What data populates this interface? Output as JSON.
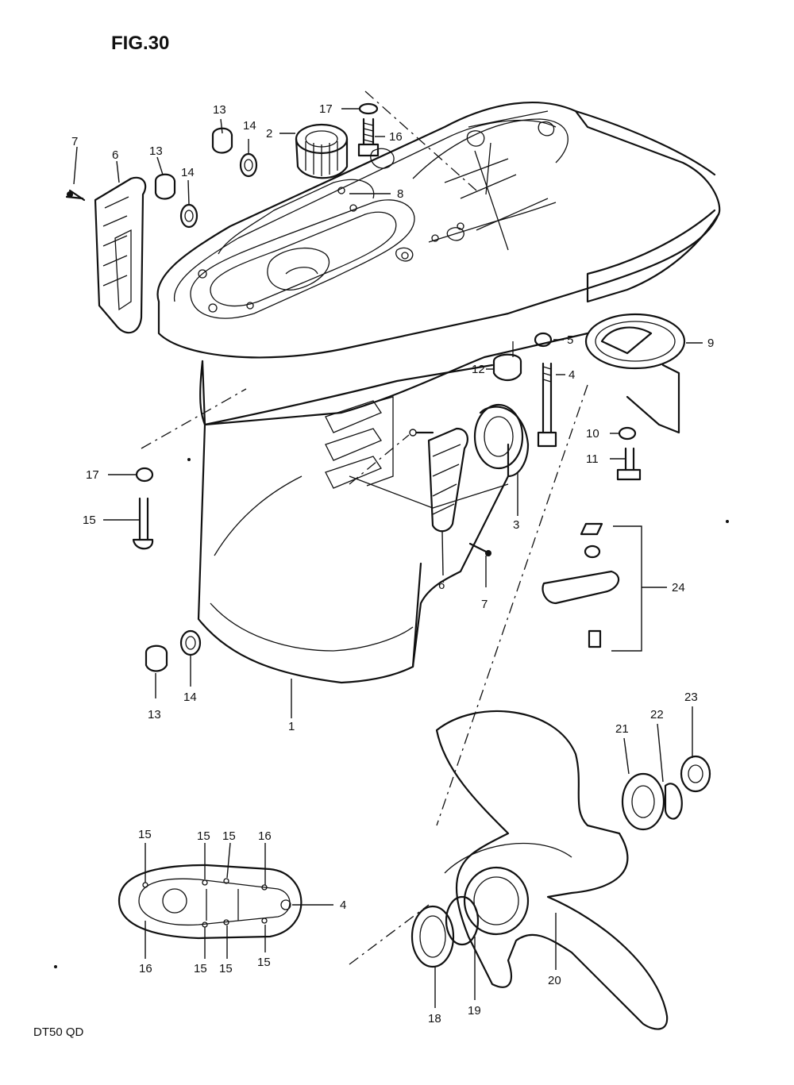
{
  "figure": {
    "title": "FIG.30",
    "model": "DT50 QD"
  },
  "callouts": [
    "7",
    "6",
    "13",
    "14",
    "13",
    "14",
    "17",
    "16",
    "2",
    "8",
    "9",
    "5",
    "12",
    "4",
    "10",
    "11",
    "17",
    "15",
    "3",
    "6",
    "7",
    "24",
    "13",
    "14",
    "1",
    "23",
    "22",
    "21",
    "15",
    "15",
    "15",
    "16",
    "4",
    "16",
    "15",
    "15",
    "15",
    "20",
    "18",
    "19"
  ],
  "callout_colors": {
    "ink": "#111111",
    "paper": "#ffffff"
  }
}
